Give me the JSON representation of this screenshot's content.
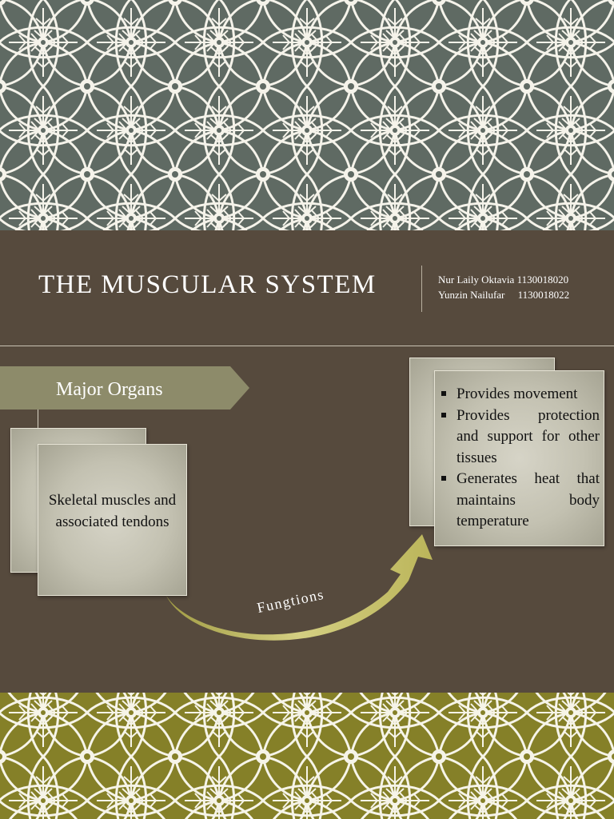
{
  "slide": {
    "title": "THE MUSCULAR SYSTEM",
    "authors": [
      {
        "name": "Nur Laily Oktavia",
        "id": "1130018020"
      },
      {
        "name": "Yunzin Nailufar",
        "id": "1130018022"
      }
    ]
  },
  "organs": {
    "heading": "Major Organs",
    "text": "Skeletal muscles and associated tendons"
  },
  "functions": {
    "connector_label": "Fungtions",
    "items": [
      "Provides movement",
      "Provides protection and support for other tissues",
      "Generates heat that maintains body temperature"
    ]
  },
  "colors": {
    "background": "#564a3d",
    "top_pattern": "#5f6a63",
    "bottom_pattern": "#858028",
    "arrow_fill": "#8d8b6a",
    "curved_arrow": "#c2bc5e"
  },
  "icons": {
    "decorative_pattern": "floral-leaf-lattice"
  }
}
